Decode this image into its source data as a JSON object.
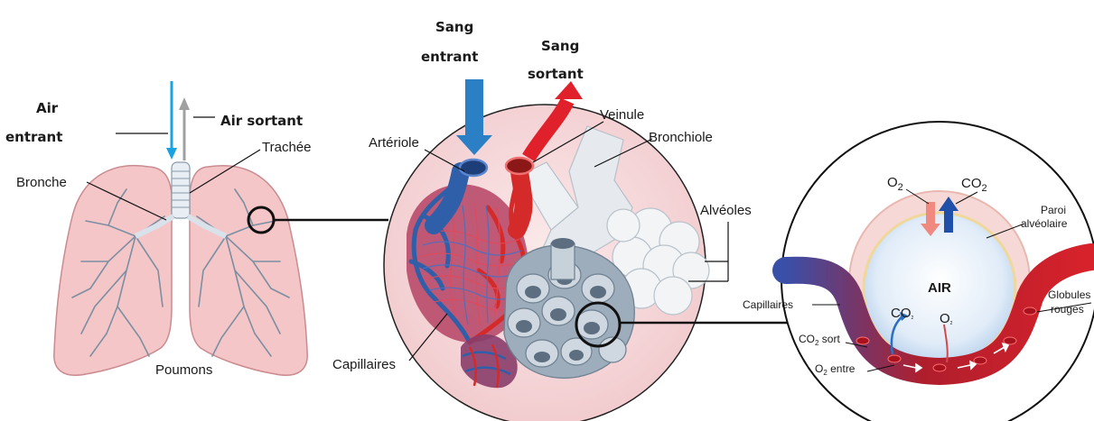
{
  "labels": {
    "air_entrant_1": "Air",
    "air_entrant_2": "entrant",
    "air_sortant": "Air sortant",
    "trachee": "Trachée",
    "bronche": "Bronche",
    "poumons": "Poumons",
    "sang_entrant_1": "Sang",
    "sang_entrant_2": "entrant",
    "sang_sortant_1": "Sang",
    "sang_sortant_2": "sortant",
    "arteriole": "Artériole",
    "veinule": "Veinule",
    "bronchiole": "Bronchiole",
    "alveoles": "Alvéoles",
    "capillaires_mid": "Capillaires",
    "o2_top": "O",
    "o2_top_sub": "2",
    "co2_top": "CO",
    "co2_top_sub": "2",
    "paroi_1": "Paroi",
    "paroi_2": "alvéolaire",
    "air_inner": "AIR",
    "capillaires_right": "Capillaires",
    "globules_1": "Globules",
    "globules_2": "rouges",
    "co2_sort_pre": "CO",
    "co2_sort_sub": "2",
    "co2_sort_post": " sort",
    "o2_entre_pre": "O",
    "o2_entre_sub": "2",
    "o2_entre_post": " entre",
    "co2_inner": "CO",
    "co2_inner_sub": "2",
    "o2_inner": "O",
    "o2_inner_sub": "2"
  },
  "colors": {
    "blue_text": "#2b7fc4",
    "red_text": "#e0202a",
    "grey_text": "#9a9a9a",
    "cyan_arrow": "#1aa3e0",
    "lung_fill": "#f2c4c6",
    "artery_blue": "#2f5fa8",
    "vein_red": "#d42a2a",
    "alveoli_grey": "#8f9fae"
  }
}
